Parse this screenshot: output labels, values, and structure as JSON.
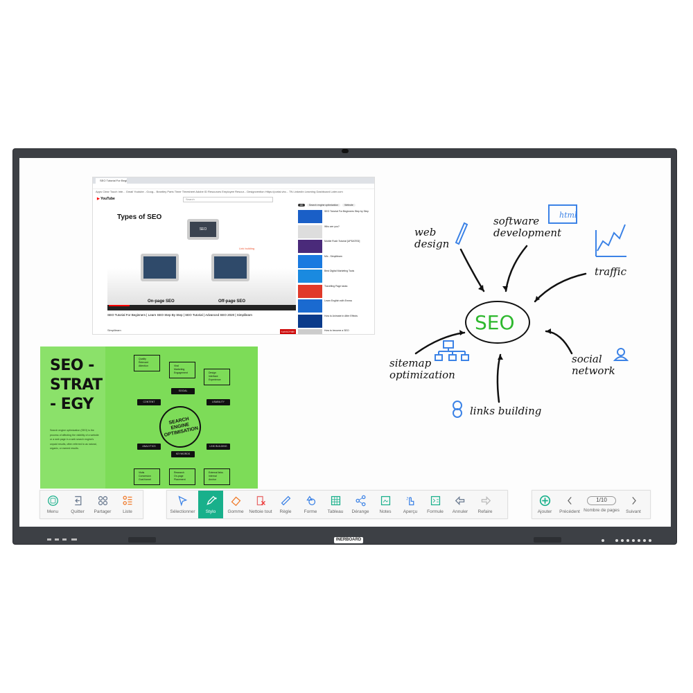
{
  "device": {
    "brand": "INERBOARD"
  },
  "browser": {
    "tab_title": "SEO Tutorial For Beginners",
    "bookmarks": "Apps  Clear Touch Inte...  Gmail  Youtube - Goog...  Brantley Parts  Timer Timesheet  Adobe ID  Resources  Employee Resour...  Designvention  Https://portal.vbc...  TN  LinkedIn Learning  Dashboard  Later.com",
    "search_placeholder": "Search",
    "site": "YouTube"
  },
  "video": {
    "slide_title": "Types of SEO",
    "monitor_label": "SEO",
    "left_caption": "On-page SEO",
    "right_caption": "Off-page SEO",
    "link_label": "Link building",
    "title": "SEO Tutorial For Beginners | Learn SEO Step By Step | SEO Tutorial | Advanced SEO 2020 | Simplilearn",
    "channel": "Simplilearn",
    "subscribe": "SUBSCRIBE",
    "chips": [
      "All",
      "Search engine optimization",
      "Website"
    ]
  },
  "recommendations": [
    "SEO Tutorial For Beginners Step by Step",
    "Who are you?",
    "Mobile Rush Tutorial [UPDATED]",
    "Mix - Simplilearn",
    "Best Digital Marketing Tools",
    "Travelling Page tasks",
    "Learn English with Emma",
    "How to Animate in After Effects",
    "How to become a SEO"
  ],
  "poster": {
    "title": "SEO - STRAT - EGY",
    "center": "SEARCH ENGINE OPTIMISATION",
    "body": "Search engine optimization (SEO) is the process of affecting the visibility of a website or a web page in a web search engine's unpaid results, often referred to as natural, organic, or earned results.",
    "labels": [
      "CONTENT",
      "SOCIAL",
      "USABILITY",
      "ANALYTICS",
      "KEYWORDS",
      "LINK BUILDING"
    ],
    "boxes": [
      [
        "Quality",
        "Relevant",
        "Attention"
      ],
      [
        "Viral",
        "Marketing",
        "Engagement"
      ],
      [
        "Design",
        "Interface",
        "Experience"
      ],
      [
        "Visits",
        "Conversion",
        "Goal funnel"
      ],
      [
        "Research",
        "On-page",
        "Placement"
      ],
      [
        "External links",
        "Internal",
        "Anchor"
      ]
    ]
  },
  "mindmap": {
    "center": "SEO",
    "nodes": [
      "web design",
      "software development",
      "traffic",
      "social network",
      "links building",
      "sitemap optimization"
    ],
    "html_tag": "html"
  },
  "toolbar_left": [
    {
      "label": "Menu",
      "icon": "menu-icon"
    },
    {
      "label": "Quitter",
      "icon": "exit-icon"
    },
    {
      "label": "Partager",
      "icon": "share-icon"
    },
    {
      "label": "Liste",
      "icon": "list-icon"
    }
  ],
  "toolbar_main": [
    {
      "label": "Sélectionner",
      "icon": "cursor-icon"
    },
    {
      "label": "Stylo",
      "icon": "pen-icon",
      "active": true
    },
    {
      "label": "Gomme",
      "icon": "eraser-icon"
    },
    {
      "label": "Nettoie tout",
      "icon": "clear-all-icon"
    },
    {
      "label": "Règle",
      "icon": "ruler-icon"
    },
    {
      "label": "Forme",
      "icon": "shape-icon"
    },
    {
      "label": "Tableau",
      "icon": "table-icon"
    },
    {
      "label": "Dérange",
      "icon": "mindmap-icon"
    },
    {
      "label": "Notes",
      "icon": "notes-icon"
    },
    {
      "label": "Aperçu",
      "icon": "hand-icon"
    },
    {
      "label": "Formule",
      "icon": "formula-icon"
    },
    {
      "label": "Annuler",
      "icon": "undo-icon"
    },
    {
      "label": "Refaire",
      "icon": "redo-icon"
    }
  ],
  "pager": {
    "add": "Ajouter",
    "prev": "Précédent",
    "page": "1/10",
    "page_label": "Nombre de pages",
    "next": "Suivant"
  },
  "colors": {
    "accent": "#19b08b",
    "bezel": "#3d4045",
    "poster_green": "#7ddc58",
    "mind_blue": "#3b82e6",
    "seo_green": "#2eb82e"
  }
}
